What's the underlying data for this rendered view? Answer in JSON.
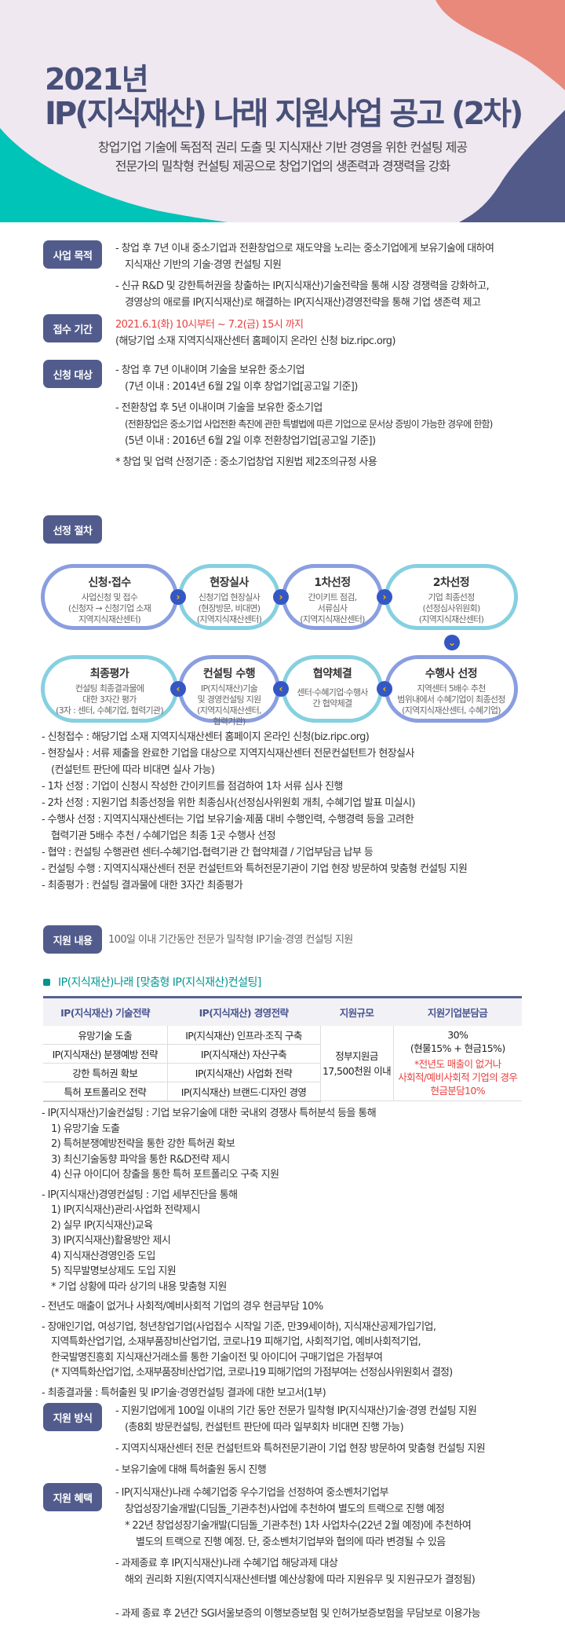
{
  "hero": {
    "year": "2021년",
    "title": "IP(지식재산) 나래 지원사업 공고 (2차)",
    "subtitle": [
      "창업기업 기술에 독점적 권리 도출 및 지식재산 기반 경영을 위한 컨설팅 제공",
      "전문가의 밀착형 컨설팅 제공으로 창업기업의 생존력과 경쟁력을 강화"
    ],
    "colors": {
      "bg": "#efe8f0",
      "coral": "#e8897c",
      "navy": "#525a8a",
      "teal": "#00c4b8"
    }
  },
  "purpose": {
    "label": "사업 목적",
    "lines": [
      "- 창업 후 7년 이내 중소기업과 전환창업으로 재도약을 노리는 중소기업에게 보유기술에 대하여",
      "지식재산 기반의 기술·경영 컨설팅 지원",
      "- 신규 R&D 및 강한특허권을 창출하는 IP(지식재산)기술전략을 통해 시장 경쟁력을 강화하고,",
      "경영상의 애로를  IP(지식재산)로 해결하는 IP(지식재산)경영전략을 통해 기업 생존력 제고"
    ]
  },
  "period": {
    "label": "접수 기간",
    "date": "2021.6.1(화) 10시부터 ~ 7.2(금) 15시 까지",
    "note": "(해당기업 소재 지역지식재산센터 홈페이지 온라인 신청  biz.ripc.org)"
  },
  "target": {
    "label": "신청 대상",
    "lines": [
      "- 창업 후 7년 이내이며 기술을 보유한 중소기업",
      "(7년 이내 : 2014년 6월 2일 이후 창업기업[공고일 기준])",
      "- 전환창업 후 5년 이내이며 기술을 보유한 중소기업",
      "(전환창업은 중소기업 사업전환 촉진에 관한 특별법에 따른 기업으로 문서상 증빙이 가능한 경우에 한함)",
      "(5년 이내 : 2016년 6월 2일 이후 전환창업기업[공고일 기준])",
      "*  창업 및 업력 산정기준 : 중소기업창업 지원법 제2조의규정 사용"
    ]
  },
  "process": {
    "label": "선정 절차",
    "steps": [
      {
        "title": "신청·접수",
        "desc": [
          "사업신청 및 접수",
          "(신청자 → 신청기업 소재",
          "지역지식재산센터)"
        ]
      },
      {
        "title": "현장실사",
        "desc": [
          "신청기업 현장실사",
          "(현장방문, 비대면)",
          "(지역지식재산센터)"
        ]
      },
      {
        "title": "1차선정",
        "desc": [
          "간이키트 점검,",
          "서류심사",
          "(지역지식재산센터)"
        ]
      },
      {
        "title": "2차선정",
        "desc": [
          "기업 최종선정",
          "(선정심사위원회)",
          "(지역지식재산센터)"
        ]
      },
      {
        "title": "수행사 선정",
        "desc": [
          "지역센터 5배수 추천",
          "범위내에서 수혜기업이 최종선정",
          "(지역지식재산센터, 수혜기업)"
        ]
      },
      {
        "title": "협약체결",
        "desc": [
          "센터·수혜기업·수행사",
          "간 협약체결"
        ]
      },
      {
        "title": "컨설팅 수행",
        "desc": [
          "IP(지식재산)기술",
          "및 경영컨설팅 지원",
          "(지역지식재산센터,",
          "협력기관)"
        ]
      },
      {
        "title": "최종평가",
        "desc": [
          "컨설팅 최종결과물에",
          "대한 3자간 평가",
          "(3자 : 센터, 수혜기업, 협력기관)"
        ]
      }
    ],
    "notes": [
      "-  신청접수 : 해당기업 소재 지역지식재산센터 홈페이지 온라인 신청(biz.ripc.org)",
      "-  현장실사 : 서류 제출을 완료한 기업을 대상으로 지역지식재산센터 전문컨설턴트가 현장실사",
      "(컨설턴트 판단에 따라 비대면 실사 가능)",
      "-  1차 선정 : 기업이 신청시 작성한 간이키트를 점검하여 1차 서류 심사 진행",
      "-  2차 선정 : 지원기업 최종선정을 위한 최종심사(선정심사위원회 개최, 수혜기업 발표 미실시)",
      "-  수행사 선정 : 지역지식재산센터는 기업 보유기술·제품 대비 수행인력, 수행경력 등을 고려한",
      "협력기관 5배수 추천 / 수혜기업은 최종 1곳 수행사 선정",
      "-  협약 : 컨설팅 수행관련 센터-수혜기업-협력기관 간 협약체결 / 기업부담금 납부 등",
      "-  컨설팅 수행 : 지역지식재산센터 전문 컨설턴트와 특허전문기관이 기업 현장 방문하여 맞춤형 컨설팅 지원",
      "-  최종평가 : 컨설팅 결과물에 대한 3자간 최종평가"
    ]
  },
  "content": {
    "label": "지원 내용",
    "text": "100일 이내 기간동안 전문가 밀착형 IP기술·경영 컨설팅 지원",
    "heading": "IP(지식재산)나래 [맞춤형 IP(지식재산)컨설팅]",
    "table": {
      "headers": [
        "IP(지식재산) 기술전략",
        "IP(지식재산) 경영전략",
        "지원규모",
        "지원기업분담금"
      ],
      "tech": [
        "유망기술 도출",
        "IP(지식재산) 분쟁예방 전략",
        "강한 특허권 확보",
        "특허 포트폴리오 전략"
      ],
      "mgmt": [
        "IP(지식재산) 인프라·조직 구축",
        "IP(지식재산) 자산구축",
        "IP(지식재산) 사업화 전략",
        "IP(지식재산) 브랜드·디자인 경영"
      ],
      "scale": [
        "정부지원금",
        "17,500천원 이내"
      ],
      "share": [
        "30%",
        "(현물15% + 현금15%)"
      ],
      "share_note": [
        "*전년도 매출이 없거나",
        "사회적/예비사회적 기업의 경우",
        "현금분담10%"
      ]
    },
    "details": [
      "-  IP(지식재산)기술컨설팅 : 기업 보유기술에 대한 국내외 경쟁사 특허분석 등을 통해",
      "1) 유망기술 도출",
      "2) 특허분쟁예방전략을 통한 강한 특허권 확보",
      "3) 최신기술동향 파악을 통한 R&D전략 제시",
      "4) 신규 아이디어 창출을 통한 특허 포트폴리오 구축 지원",
      "-  IP(지식재산)경영컨설팅 : 기업 세부진단을 통해",
      "1) IP(지식재산)관리·사업화 전략제시",
      "2) 실무 IP(지식재산)교육",
      "3) IP(지식재산)활용방안 제시",
      "4) 지식재산경영인증 도입",
      "5) 직무발명보상제도 도입 지원",
      "* 기업 상황에 따라 상기의 내용 맞춤형 지원",
      "-  전년도 매출이 없거나 사회적/예비사회적 기업의 경우 현금부담 10%",
      "-  장애인기업, 여성기업, 청년창업기업(사업접수 시작일 기준, 만39세이하), 지식재산공제가입기업,",
      "지역특화산업기업, 소재부품장비산업기업, 코로나19 피해기업, 사회적기업, 예비사회적기업,",
      "한국발명진흥회 지식재산거래소를 통한 기술이전 및 아이디어 구매기업은 가점부여",
      "(* 지역특화산업기업, 소재부품장비산업기업, 코로나19 피해기업의 가점부여는 선정심사위원회서 결정)",
      "-  최종결과물 : 특허출원 및 IP기술·경영컨설팅 결과에 대한 보고서(1부)"
    ]
  },
  "method": {
    "label": "지원 방식",
    "lines": [
      "-  지원기업에게 100일 이내의 기간 동안 전문가 밀착형 IP(지식재산)기술·경영 컨설팅 지원",
      "(총8회 방문컨설팅, 컨설턴트 판단에 따라 일부회차 비대면 진행 가능)",
      "-   지역지식재산센터 전문 컨설턴트와 특허전문기관이 기업 현장 방문하여 맞춤형 컨설팅 지원",
      "-  보유기술에 대해 특허출원 동시 진행"
    ]
  },
  "benefit": {
    "label": "지원 혜택",
    "lines": [
      "-  IP(지식재산)나래 수혜기업중 우수기업을 선정하여 중소벤처기업부",
      "창업성장기술개발(디딤돌_기관추천)사업에  추천하여 별도의 트랙으로 진행 예정",
      "*  22년 창업성장기술개발(디딤돌_기관추천) 1차 사업차수(22년 2월 예정)에 추천하여",
      "별도의 트랙으로 진행 예정. 단, 중소벤처기업부와 협의에 따라 변경될 수 있음",
      "-  과제종료 후 IP(지식재산)나래 수혜기업 해당과제 대상",
      "해외 권리화 지원(지역지식재산센터별 예산상황에 따라 지원유무 및 지원규모가 결정됨)",
      "-  과제 종료 후 2년간 SGI서울보증의 이행보증보험 및 인허가보증보험을 무담보로 이용가능"
    ]
  }
}
